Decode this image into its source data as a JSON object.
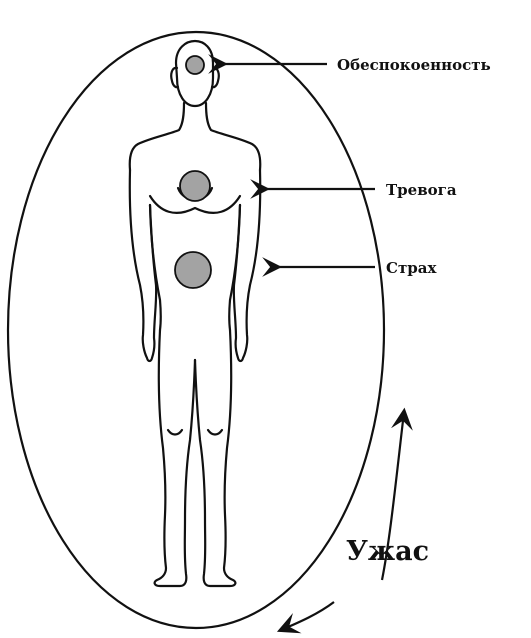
{
  "labels": {
    "top": "Обеспокоенность",
    "chest": "Тревога",
    "belly": "Страх",
    "aura": "Ужас"
  },
  "colors": {
    "spot_fill": "#a3a3a3",
    "line": "#111111"
  }
}
